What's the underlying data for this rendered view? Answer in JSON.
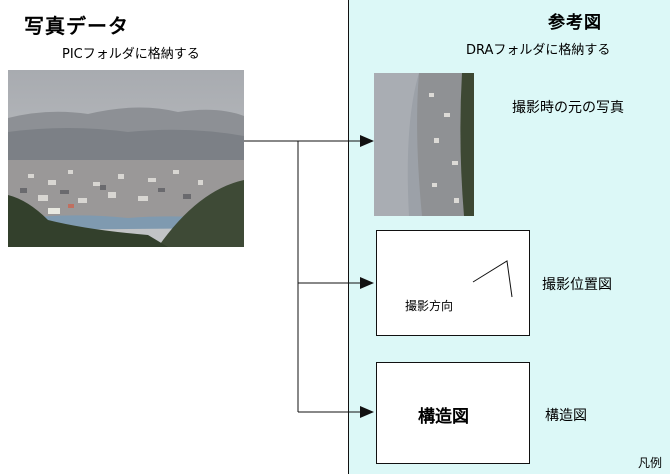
{
  "left": {
    "title": "写真データ",
    "subtitle": "PICフォルダに格納する"
  },
  "right": {
    "title": "参考図",
    "subtitle": "DRAフォルダに格納する",
    "original_photo_label": "撮影時の元の写真",
    "position_label": "撮影位置図",
    "direction_label": "撮影方向",
    "structure_box_text": "構造図",
    "structure_label": "構造図",
    "legend_label": "凡例"
  },
  "colors": {
    "panel_background": "#dcf8f7",
    "line": "#111111"
  }
}
